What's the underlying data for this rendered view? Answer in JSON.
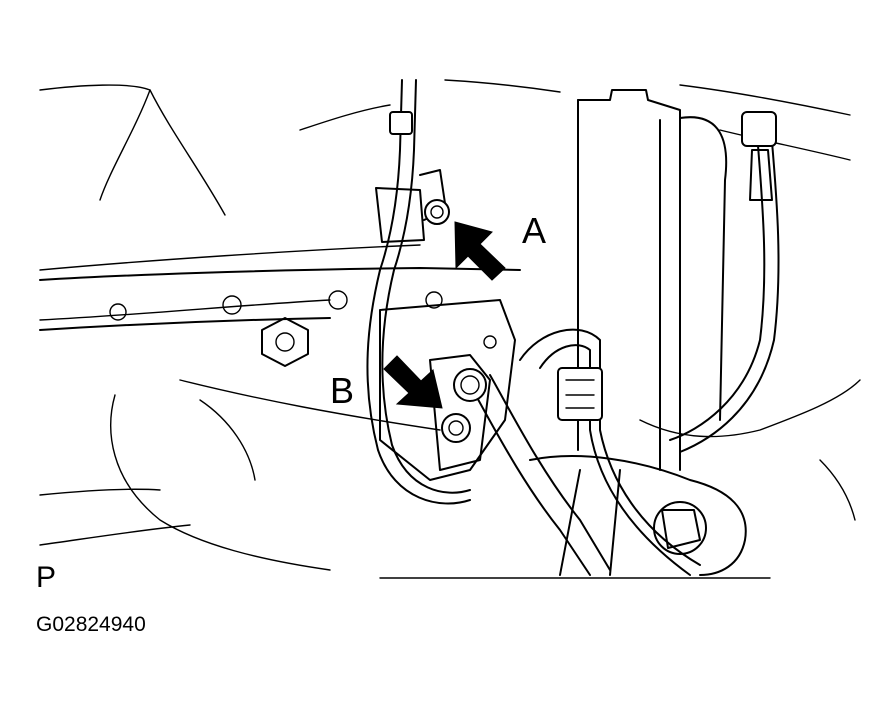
{
  "callouts": {
    "a": "A",
    "b": "B"
  },
  "view_marker": "P",
  "figure_id": "G02824940",
  "colors": {
    "line": "#000000",
    "background": "#ffffff"
  }
}
